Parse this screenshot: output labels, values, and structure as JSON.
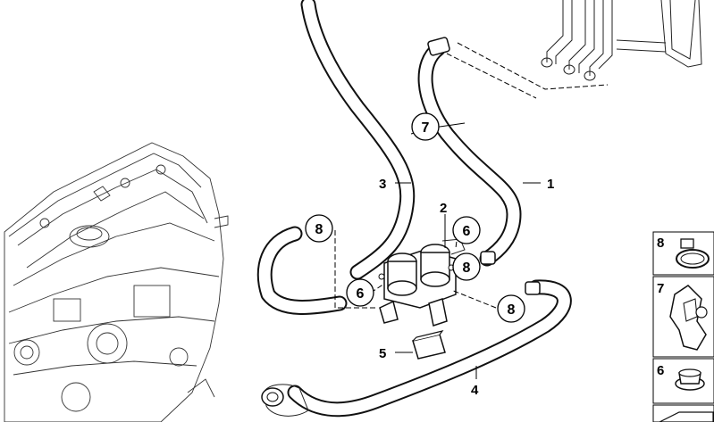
{
  "part_numbers": [
    "1",
    "2",
    "3",
    "4",
    "5"
  ],
  "callouts": [
    {
      "label": "7"
    },
    {
      "label": "8"
    },
    {
      "label": "6"
    },
    {
      "label": "8"
    },
    {
      "label": "6"
    },
    {
      "label": "8"
    }
  ],
  "legend": [
    {
      "label": "8",
      "icon": "hose-clamp-icon"
    },
    {
      "label": "7",
      "icon": "clip-holder-icon"
    },
    {
      "label": "6",
      "icon": "grommet-icon"
    }
  ]
}
